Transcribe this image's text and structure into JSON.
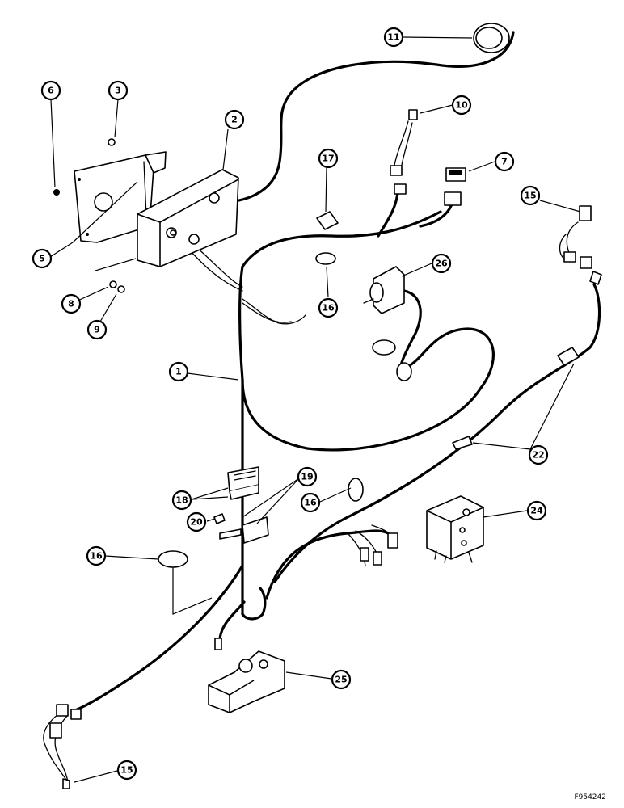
{
  "figure_id": "F954242",
  "callouts": [
    {
      "label": "1",
      "part": "harness-main"
    },
    {
      "label": "2",
      "part": "control-module"
    },
    {
      "label": "3",
      "part": "bracket"
    },
    {
      "label": "5",
      "part": "nut"
    },
    {
      "label": "6",
      "part": "screw"
    },
    {
      "label": "7",
      "part": "switch"
    },
    {
      "label": "8",
      "part": "washer"
    },
    {
      "label": "9",
      "part": "nut"
    },
    {
      "label": "10",
      "part": "connector"
    },
    {
      "label": "11",
      "part": "gauge"
    },
    {
      "label": "15",
      "part": "sensor"
    },
    {
      "label": "15",
      "part": "sensor"
    },
    {
      "label": "16",
      "part": "clamp"
    },
    {
      "label": "16",
      "part": "clamp"
    },
    {
      "label": "16",
      "part": "clamp"
    },
    {
      "label": "17",
      "part": "clip"
    },
    {
      "label": "18",
      "part": "relay-block"
    },
    {
      "label": "19",
      "part": "bracket"
    },
    {
      "label": "20",
      "part": "nut"
    },
    {
      "label": "22",
      "part": "clip"
    },
    {
      "label": "24",
      "part": "valve-block"
    },
    {
      "label": "25",
      "part": "valve"
    },
    {
      "label": "26",
      "part": "solenoid"
    }
  ]
}
